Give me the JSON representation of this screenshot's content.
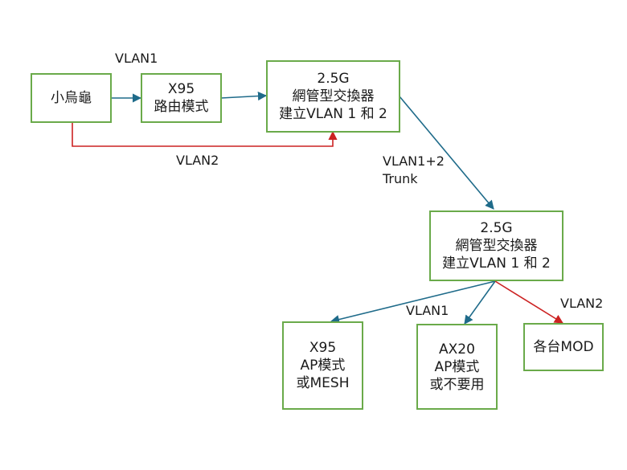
{
  "colors": {
    "node_border": "#6aaa4a",
    "vlan1_edge": "#1f6b8a",
    "vlan2_edge": "#cc2222"
  },
  "nodes": {
    "turtle": {
      "lines": [
        "小烏龜"
      ]
    },
    "x95_router": {
      "lines": [
        "X95",
        "路由模式"
      ]
    },
    "switch_top": {
      "lines": [
        "2.5G",
        "網管型交換器",
        "建立VLAN 1 和 2"
      ]
    },
    "switch_bottom": {
      "lines": [
        "2.5G",
        "網管型交換器",
        "建立VLAN 1 和 2"
      ]
    },
    "x95_ap": {
      "lines": [
        "X95",
        "AP模式",
        "或MESH"
      ]
    },
    "ax20_ap": {
      "lines": [
        "AX20",
        "AP模式",
        "或不要用"
      ]
    },
    "mod_devices": {
      "lines": [
        "各台MOD"
      ]
    }
  },
  "labels": {
    "vlan1_top": "VLAN1",
    "vlan2_top": "VLAN2",
    "trunk_line1": "VLAN1+2",
    "trunk_line2": "Trunk",
    "vlan1_bottom": "VLAN1",
    "vlan2_bottom": "VLAN2"
  }
}
